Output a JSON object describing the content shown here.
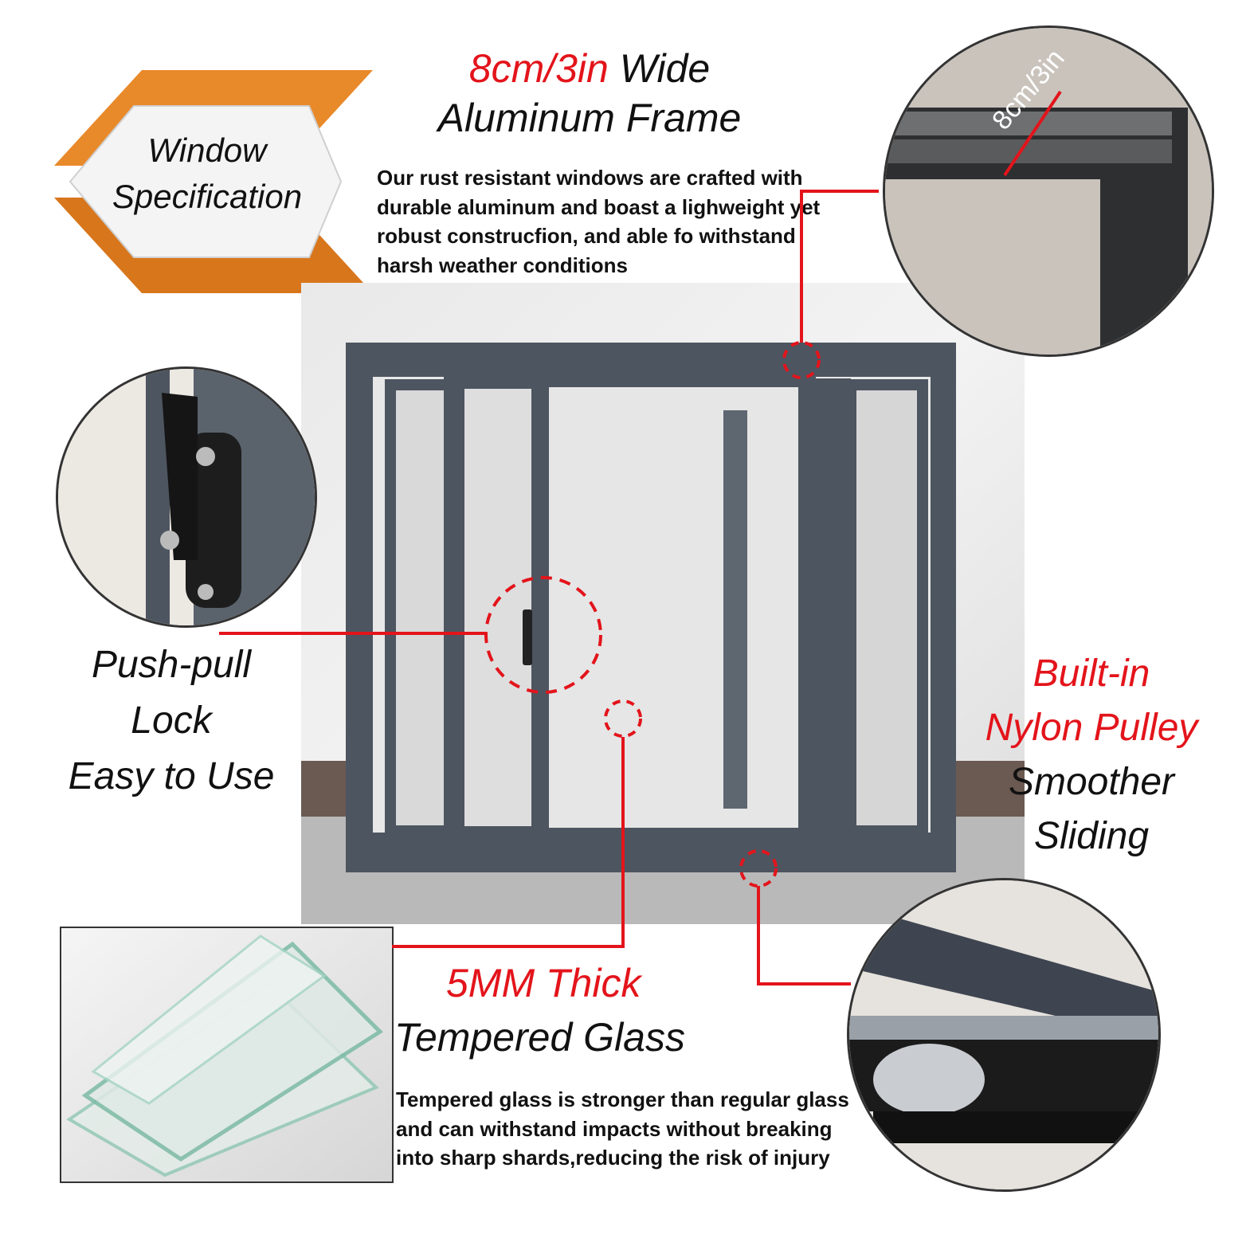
{
  "badge": {
    "line1": "Window",
    "line2": "Specification"
  },
  "frame": {
    "title_highlight": "8cm/3in",
    "title_rest": " Wide",
    "title_line2": "Aluminum Frame",
    "description": "Our rust resistant windows are crafted with durable aluminum and boast a lighweight yet robust construcfion, and able fo withstand harsh weather conditions",
    "detail_label": "8cm/3in"
  },
  "lock": {
    "line1": "Push-pull",
    "line2": "Lock",
    "line3": "Easy to Use"
  },
  "pulley": {
    "line1": "Built-in",
    "line2": "Nylon Pulley",
    "line3": "Smoother",
    "line4": "Sliding"
  },
  "glass": {
    "title_line1": "5MM Thick",
    "title_line2": "Tempered Glass",
    "description": "Tempered glass is stronger than regular glass and can withstand impacts without breaking into sharp shards,reducing the risk of injury"
  },
  "colors": {
    "accent_red": "#e3141b",
    "badge_orange": "#e8892a",
    "frame_gray": "#4d5560"
  }
}
